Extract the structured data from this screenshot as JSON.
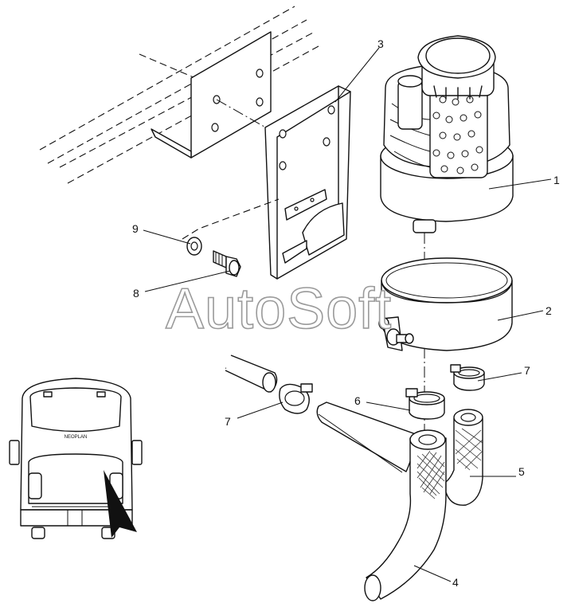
{
  "watermark": "AutoSoft",
  "callouts": [
    "1",
    "2",
    "3",
    "4",
    "5",
    "6",
    "7",
    "7",
    "8",
    "9"
  ],
  "vehicle_logo_text": "NEOPLAN"
}
